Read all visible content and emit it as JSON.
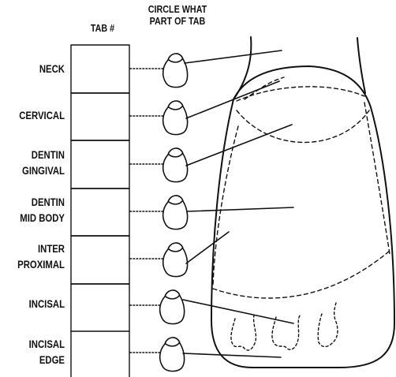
{
  "header": {
    "tab_number": "TAB #",
    "circle_line1": "CIRCLE WHAT",
    "circle_line2": "PART OF TAB"
  },
  "rows": [
    {
      "lines": [
        "NECK"
      ]
    },
    {
      "lines": [
        "CERVICAL"
      ]
    },
    {
      "lines": [
        "DENTIN",
        "GINGIVAL"
      ]
    },
    {
      "lines": [
        "DENTIN",
        "MID BODY"
      ]
    },
    {
      "lines": [
        "INTER",
        "PROXIMAL"
      ]
    },
    {
      "lines": [
        "INCISAL"
      ]
    },
    {
      "lines": [
        "INCISAL",
        "EDGE"
      ]
    }
  ],
  "colors": {
    "ink": "#111111",
    "background": "#ffffff"
  }
}
